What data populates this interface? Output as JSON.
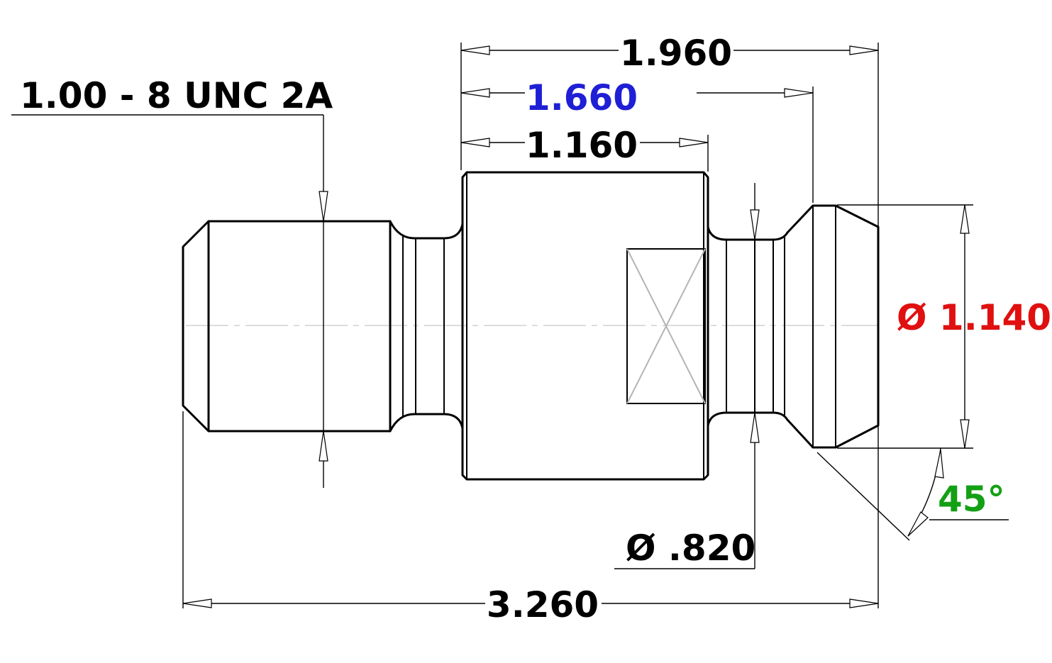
{
  "thread_callout": "1.00 - 8 UNC 2A",
  "dimensions": {
    "overall_length": "3.260",
    "length_1960": "1.960",
    "length_1660": "1.660",
    "length_1160": "1.160",
    "flange_diameter": "Ø 1.140",
    "neck_diameter": "Ø .820",
    "chamfer_angle": "45°"
  },
  "colors": {
    "default": "#000000",
    "length_1660": "#1f1fd6",
    "flange_diameter": "#e01010",
    "chamfer_angle": "#14a014"
  }
}
